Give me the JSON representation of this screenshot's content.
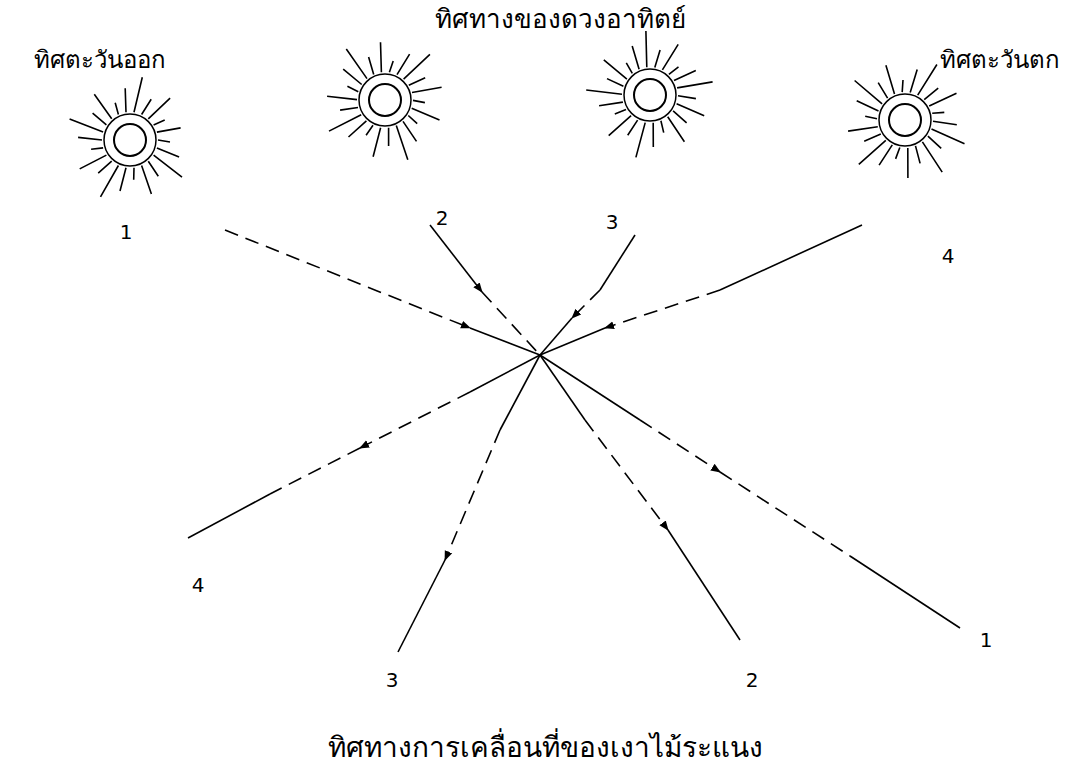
{
  "diagram": {
    "title": "ทิศทางของดวงอาทิตย์",
    "caption": "ทิศทางการเคลื่อนที่ของเงาไม้ระแนง",
    "labels": [
      "ทิศตะวันออก",
      "ทิศตะวันตก",
      "1",
      "2",
      "3",
      "4",
      "4",
      "3",
      "2",
      "1"
    ]
  }
}
